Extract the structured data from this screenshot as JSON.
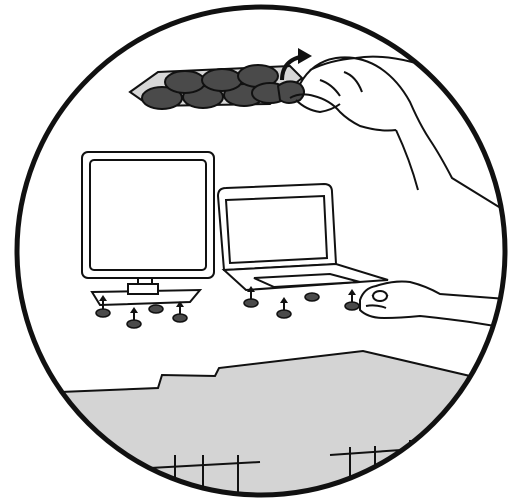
{
  "illustration": {
    "colors": {
      "outline": "#111111",
      "pad_fill": "#4a4a4a",
      "pad_sheet": "#d7d7d7",
      "desk_fill": "#d4d4d4",
      "screen_fill": "#ffffff",
      "hand_fill": "#ffffff",
      "background": "#ffffff"
    },
    "elements": {
      "pad_sheet": {
        "pad_count": 8
      },
      "monitor_pads": {
        "count": 4
      },
      "laptop_pads": {
        "count": 4
      }
    }
  }
}
